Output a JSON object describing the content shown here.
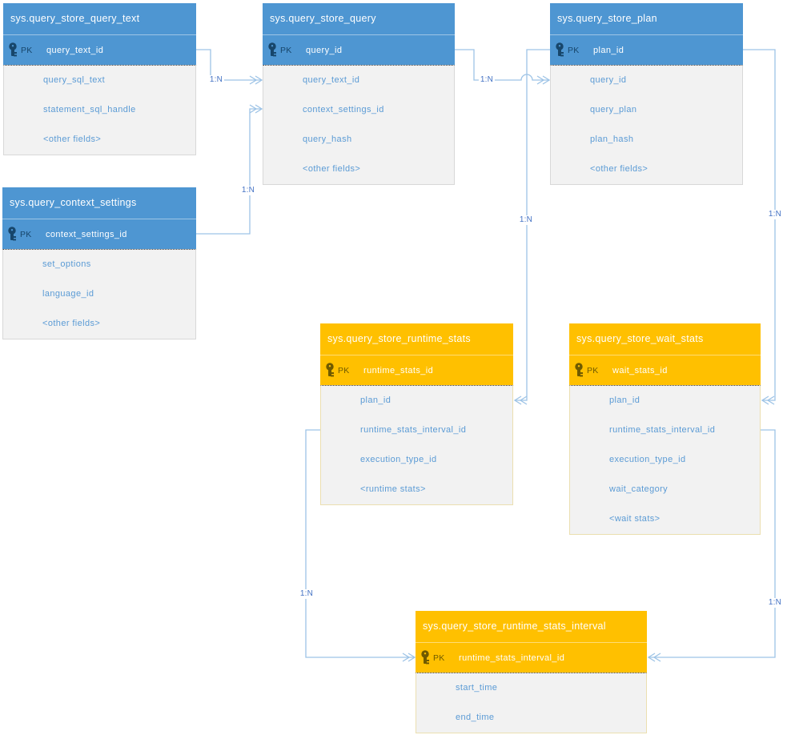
{
  "diagram_title": "Query Store schema entity-relationship diagram",
  "colors": {
    "blue_header": "#4E96D2",
    "orange_header": "#FFC000",
    "body_bg": "#F2F2F2",
    "field_text": "#5B9BD5",
    "connector": "#9DC3E6",
    "relation_label": "#4472C4",
    "pk_icon_blue": "#17466B",
    "pk_icon_orange": "#6F5A00"
  },
  "tables": [
    {
      "title": "sys.query_store_query_text",
      "theme": "blue",
      "pk": {
        "key": "PK",
        "field": "query_text_id"
      },
      "fields": [
        "query_sql_text",
        "statement_sql_handle",
        "<other fields>"
      ]
    },
    {
      "title": "sys.query_store_query",
      "theme": "blue",
      "pk": {
        "key": "PK",
        "field": "query_id"
      },
      "fields": [
        "query_text_id",
        "context_settings_id",
        "query_hash",
        "<other fields>"
      ]
    },
    {
      "title": "sys.query_store_plan",
      "theme": "blue",
      "pk": {
        "key": "PK",
        "field": "plan_id"
      },
      "fields": [
        "query_id",
        "query_plan",
        "plan_hash",
        "<other fields>"
      ]
    },
    {
      "title": "sys.query_context_settings",
      "theme": "blue",
      "pk": {
        "key": "PK",
        "field": "context_settings_id"
      },
      "fields": [
        "set_options",
        "language_id",
        "<other fields>"
      ]
    },
    {
      "title": "sys.query_store_runtime_stats",
      "theme": "orange",
      "pk": {
        "key": "PK",
        "field": "runtime_stats_id"
      },
      "fields": [
        "plan_id",
        "runtime_stats_interval_id",
        "execution_type_id",
        "<runtime stats>"
      ]
    },
    {
      "title": "sys.query_store_wait_stats",
      "theme": "orange",
      "pk": {
        "key": "PK",
        "field": "wait_stats_id"
      },
      "fields": [
        "plan_id",
        "runtime_stats_interval_id",
        "execution_type_id",
        "wait_category",
        "<wait stats>"
      ]
    },
    {
      "title": "sys.query_store_runtime_stats_interval",
      "theme": "orange",
      "pk": {
        "key": "PK",
        "field": "runtime_stats_interval_id"
      },
      "fields": [
        "start_time",
        "end_time"
      ]
    }
  ],
  "relations": [
    {
      "label": "1:N",
      "from": "sys.query_store_query_text.query_text_id",
      "to": "sys.query_store_query.query_text_id"
    },
    {
      "label": "1:N",
      "from": "sys.query_context_settings.context_settings_id",
      "to": "sys.query_store_query.context_settings_id"
    },
    {
      "label": "1:N",
      "from": "sys.query_store_query.query_id",
      "to": "sys.query_store_plan.query_id"
    },
    {
      "label": "1:N",
      "from": "sys.query_store_plan.plan_id",
      "to": "sys.query_store_runtime_stats.plan_id"
    },
    {
      "label": "1:N",
      "from": "sys.query_store_plan.plan_id",
      "to": "sys.query_store_wait_stats.plan_id"
    },
    {
      "label": "1:N",
      "from": "sys.query_store_runtime_stats_interval.runtime_stats_interval_id",
      "to": "sys.query_store_runtime_stats.runtime_stats_interval_id"
    },
    {
      "label": "1:N",
      "from": "sys.query_store_runtime_stats_interval.runtime_stats_interval_id",
      "to": "sys.query_store_wait_stats.runtime_stats_interval_id"
    }
  ]
}
